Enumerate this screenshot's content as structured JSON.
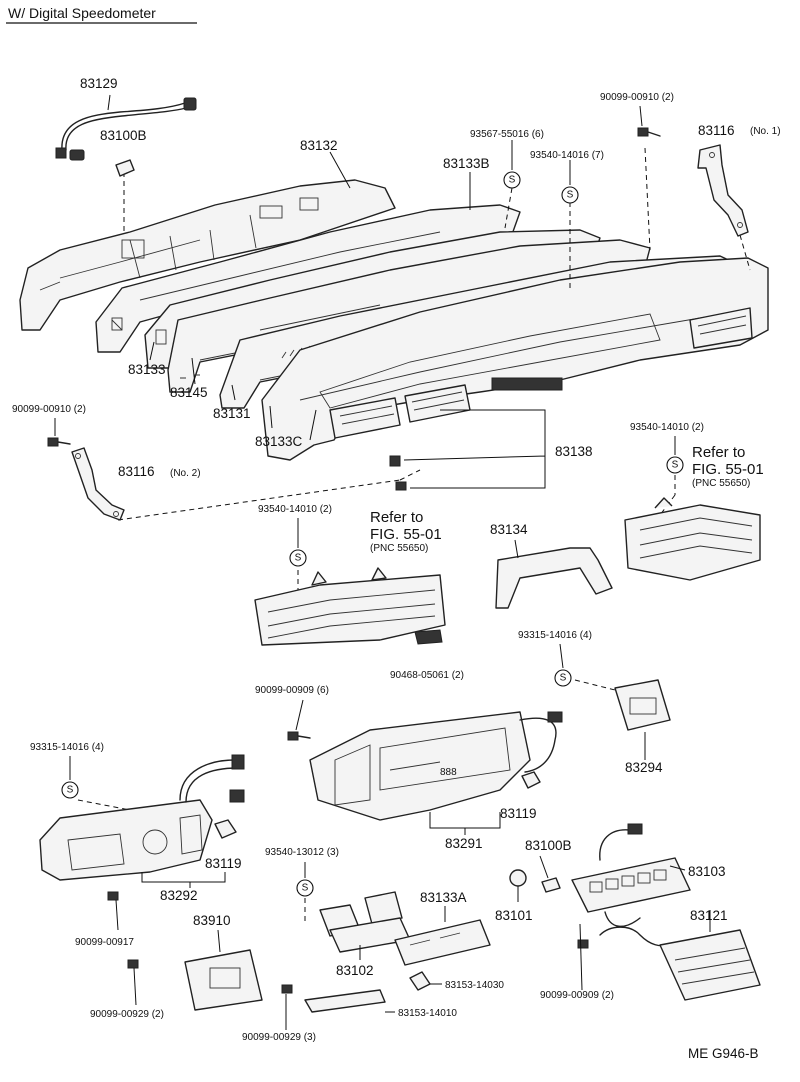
{
  "header": {
    "title": "W/ Digital Speedometer"
  },
  "footer": {
    "code": "ME  G946-B"
  },
  "symbol": {
    "text": "S"
  },
  "labels": {
    "p83129": "83129",
    "p83100b_top": "83100B",
    "p90099_00910_top": "90099-00910 (2)",
    "p83132": "83132",
    "p93567": "93567-55016 (6)",
    "p83133b": "83133B",
    "p93540_14016": "93540-14016 (7)",
    "p83116_no1": "83116",
    "p83116_no1_note": "(No. 1)",
    "p83133": "83133",
    "p83145": "83145",
    "p83131": "83131",
    "p83133c": "83133C",
    "p90099_00910_left": "90099-00910 (2)",
    "p83116_no2": "83116",
    "p83116_no2_note": "(No. 2)",
    "p83138": "83138",
    "p93540_14010_right": "93540-14010 (2)",
    "refer_right_1": "Refer to",
    "refer_right_2": "FIG. 55-01",
    "refer_right_3": "(PNC 55650)",
    "p93540_14010_mid": "93540-14010 (2)",
    "refer_mid_1": "Refer to",
    "refer_mid_2": "FIG. 55-01",
    "refer_mid_3": "(PNC 55650)",
    "p83134": "83134",
    "p90468": "90468-05061 (2)",
    "p93315_right": "93315-14016 (4)",
    "p90099_00909_mid": "90099-00909 (6)",
    "p83294": "83294",
    "p93315_left": "93315-14016 (4)",
    "p83119_mid": "83119",
    "p83291": "83291",
    "p83100b_bot": "83100B",
    "p83119_left": "83119",
    "p83292": "83292",
    "p93540_13012": "93540-13012 (3)",
    "p83103": "83103",
    "p90099_00917": "90099-00917",
    "p83910": "83910",
    "p83133a": "83133A",
    "p83101": "83101",
    "p83121": "83121",
    "p83102": "83102",
    "p83153_14030": "83153-14030",
    "p90099_00929_2": "90099-00929 (2)",
    "p83153_14010": "83153-14010",
    "p90099_00909_2": "90099-00909 (2)",
    "p90099_00929_3": "90099-00929 (3)"
  }
}
